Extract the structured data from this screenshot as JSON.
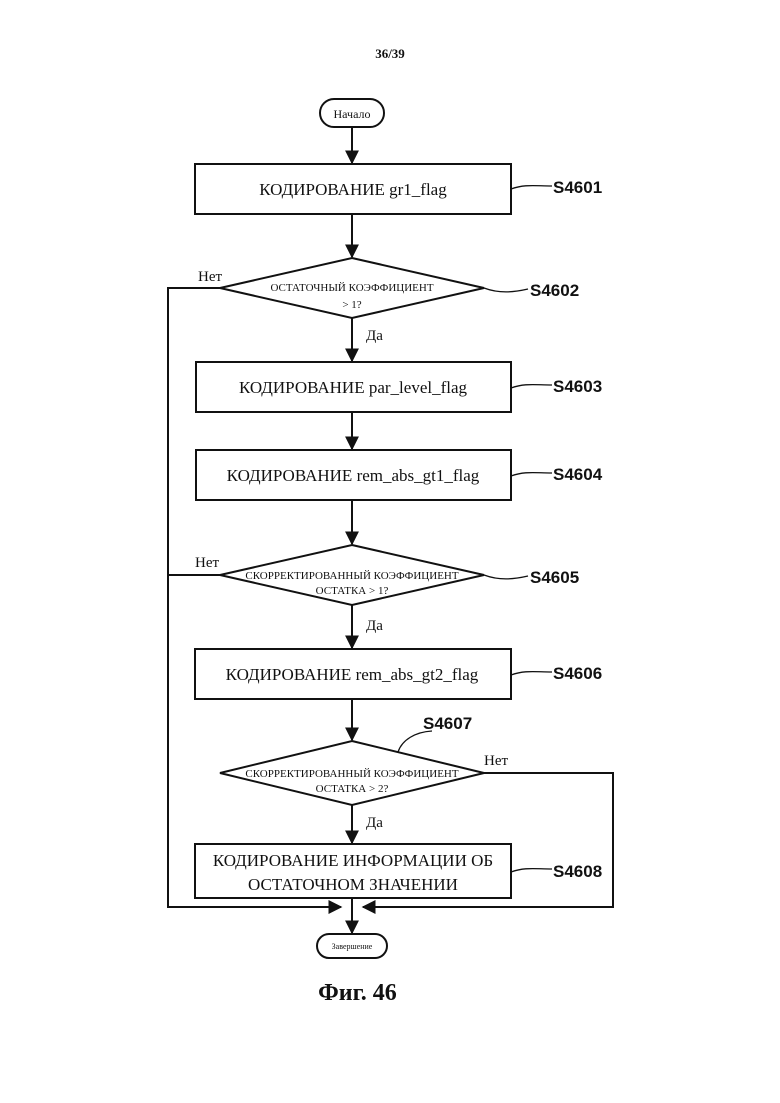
{
  "page_number": "36/39",
  "figure_caption": "Фиг. 46",
  "start_label": "Начало",
  "end_label": "Завершение",
  "steps": [
    {
      "id": "S4601",
      "text": "КОДИРОВАНИЕ gr1_flag"
    },
    {
      "id": "S4602",
      "line1": "ОСТАТОЧНЫЙ КОЭФФИЦИЕНТ",
      "line2": "> 1?",
      "yes": "Да",
      "no": "Нет"
    },
    {
      "id": "S4603",
      "text": "КОДИРОВАНИЕ par_level_flag"
    },
    {
      "id": "S4604",
      "text": "КОДИРОВАНИЕ rem_abs_gt1_flag"
    },
    {
      "id": "S4605",
      "line1": "СКОРРЕКТИРОВАННЫЙ КОЭФФИЦИЕНТ",
      "line2": "ОСТАТКА > 1?",
      "yes": "Да",
      "no": "Нет"
    },
    {
      "id": "S4606",
      "text": "КОДИРОВАНИЕ rem_abs_gt2_flag"
    },
    {
      "id": "S4607",
      "line1": "СКОРРЕКТИРОВАННЫЙ КОЭФФИЦИЕНТ",
      "line2": "ОСТАТКА > 2?",
      "yes": "Да",
      "no": "Нет"
    },
    {
      "id": "S4608",
      "line1": "КОДИРОВАНИЕ ИНФОРМАЦИИ ОБ",
      "line2": "ОСТАТОЧНОМ ЗНАЧЕНИИ"
    }
  ]
}
